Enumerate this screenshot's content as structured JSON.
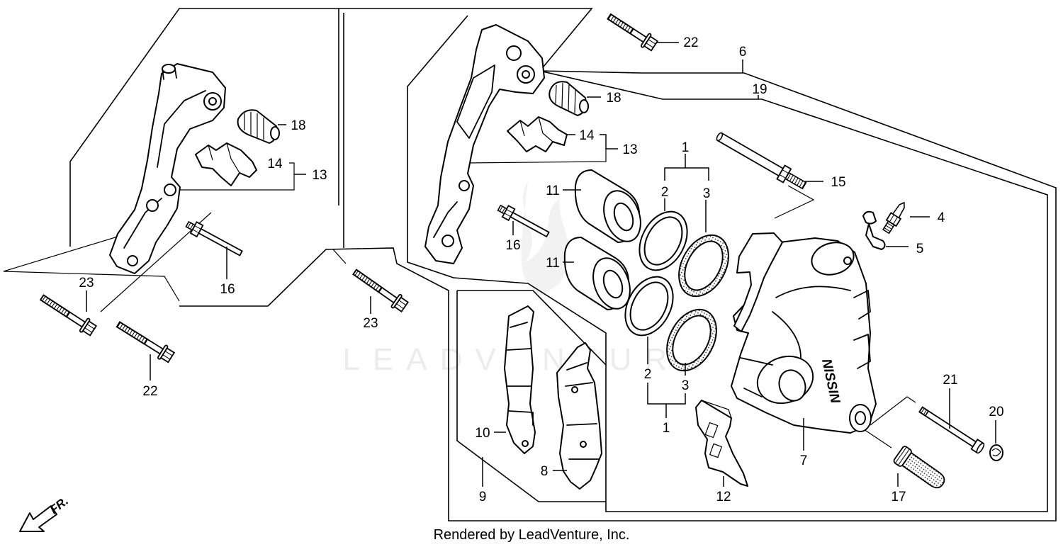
{
  "labels": {
    "bolt_22_top": "22",
    "assy_6": "6",
    "assy_19": "19",
    "boot_18_right": "18",
    "clip_14_right": "14",
    "bracket_13_right": "13",
    "boot_18_left": "18",
    "clip_14_left": "14",
    "bracket_13_left": "13",
    "piston_set_1_top": "1",
    "seal_2_top": "2",
    "seal_3_top": "3",
    "piston_11_upper": "11",
    "piston_11_lower": "11",
    "pin_15": "15",
    "bleeder_4": "4",
    "cap_5": "5",
    "pin_16_right": "16",
    "pin_16_left": "16",
    "bolt_23_left": "23",
    "bolt_23_mid": "23",
    "bolt_22_left": "22",
    "seal_2_bottom": "2",
    "seal_3_bottom": "3",
    "piston_set_1_bottom": "1",
    "pin_21": "21",
    "ring_20": "20",
    "pad_10": "10",
    "caliper_7": "7",
    "pad_8": "8",
    "pad_set_9": "9",
    "spring_12": "12",
    "boot_17": "17"
  },
  "caliper_stamp": "NISSIN",
  "direction_label": "FR.",
  "watermark": "LEADVENTURE",
  "footer": "Rendered by LeadVenture, Inc."
}
